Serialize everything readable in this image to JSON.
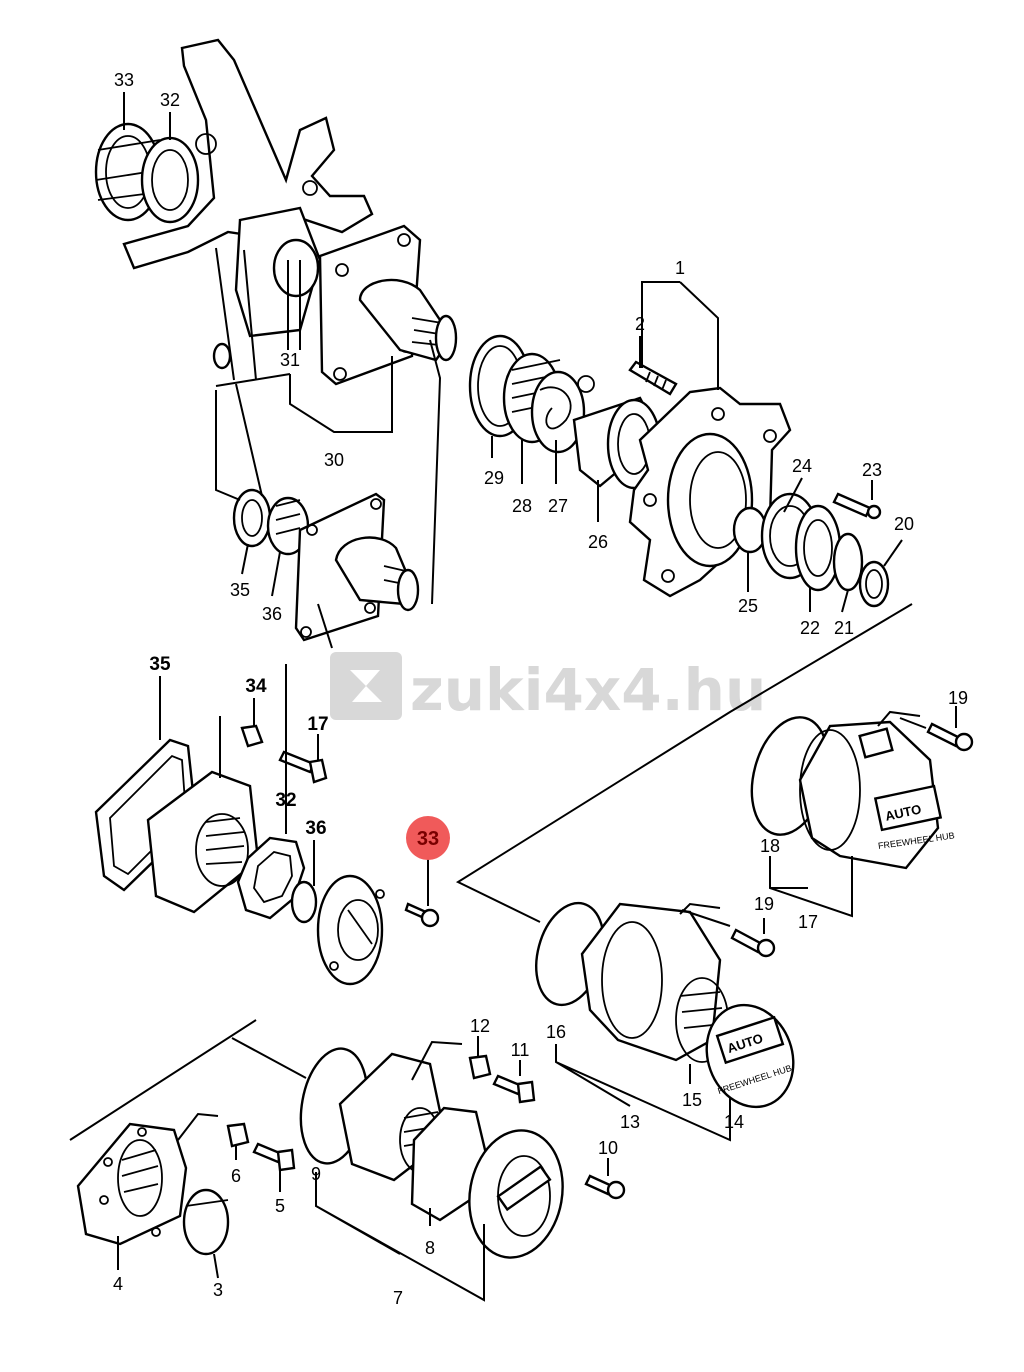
{
  "watermark": {
    "text": "zuki4x4.hu",
    "logo": "suzuki-s-logo"
  },
  "highlight": {
    "label": "33",
    "color": "#f05a5a"
  },
  "hub_caps": {
    "brand_text": "AUTO",
    "note_text": "FREEWHEEL HUB"
  },
  "labels": {
    "l1": "1",
    "l2": "2",
    "l3": "3",
    "l4": "4",
    "l5": "5",
    "l6": "6",
    "l7": "7",
    "l8": "8",
    "l9": "9",
    "l10": "10",
    "l11": "11",
    "l12": "12",
    "l13": "13",
    "l14": "14",
    "l15": "15",
    "l16": "16",
    "l17a": "17",
    "l17b": "17",
    "l18": "18",
    "l19a": "19",
    "l19b": "19",
    "l20": "20",
    "l21": "21",
    "l22": "22",
    "l23": "23",
    "l24": "24",
    "l25": "25",
    "l26": "26",
    "l27": "27",
    "l28": "28",
    "l29": "29",
    "l30": "30",
    "l31": "31",
    "l32a": "32",
    "l32b": "32",
    "l33a": "33",
    "l34": "34",
    "l35a": "35",
    "l35b": "35",
    "l36a": "36",
    "l36b": "36"
  }
}
